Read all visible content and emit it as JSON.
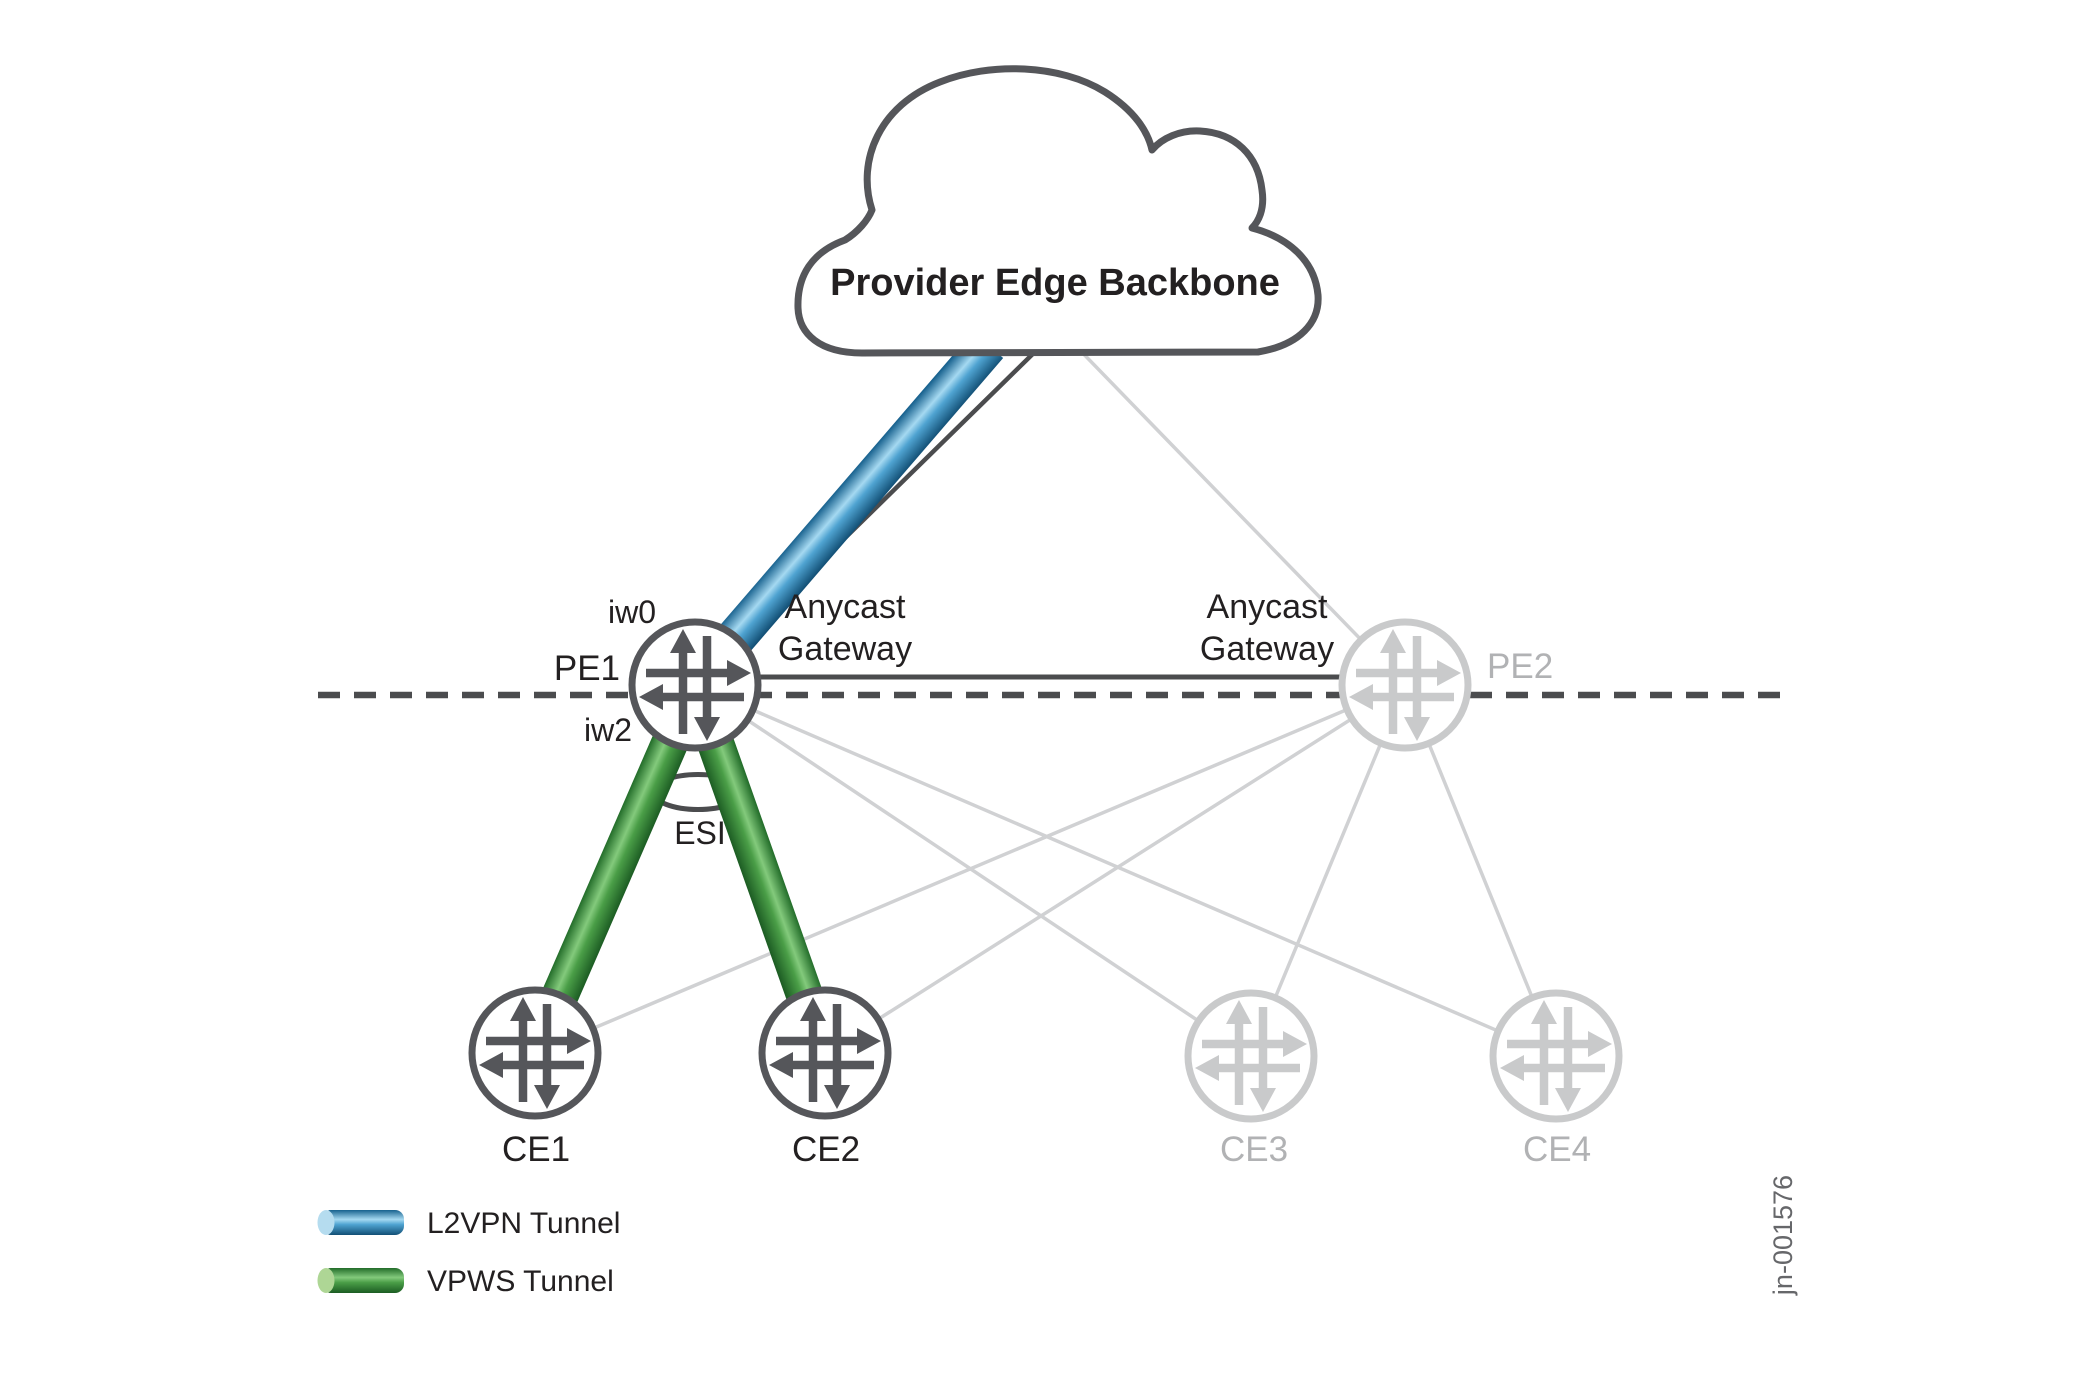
{
  "figure": {
    "title": "Provider Edge Backbone",
    "figure_id": "jn-001576",
    "esi_label": "ESI",
    "anycast": {
      "line1": "Anycast",
      "line2": "Gateway"
    },
    "interfaces": {
      "iw0": "iw0",
      "iw2": "iw2"
    },
    "nodes": {
      "pe1": "PE1",
      "pe2": "PE2",
      "ce1": "CE1",
      "ce2": "CE2",
      "ce3": "CE3",
      "ce4": "CE4"
    },
    "legend": {
      "items": [
        {
          "id": "l2vpn",
          "label": "L2VPN Tunnel",
          "color": "#3e97c9"
        },
        {
          "id": "vpws",
          "label": "VPWS Tunnel",
          "color": "#3f9e46"
        }
      ]
    },
    "colors": {
      "active_stroke": "#55565a",
      "inactive_stroke": "#c9cacb",
      "inactive_line": "#d0d1d3",
      "dark_line": "#4b4c4e",
      "text": "#232021",
      "inactive_text": "#b1b2b4"
    }
  }
}
